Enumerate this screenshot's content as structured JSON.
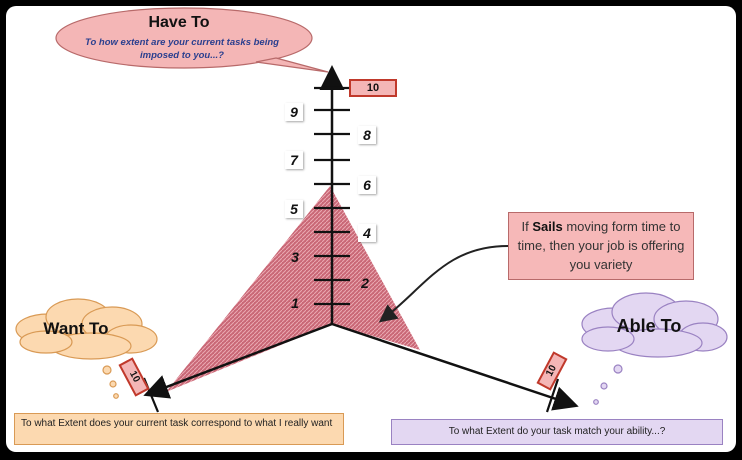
{
  "have_to": {
    "title": "Have To",
    "question": "To how extent are your current tasks being imposed to you...?",
    "max_label": "10",
    "tick_labels": [
      "1",
      "2",
      "3",
      "4",
      "5",
      "6",
      "7",
      "8",
      "9"
    ]
  },
  "want_to": {
    "title": "Want To",
    "max_label": "10",
    "question": "To what Extent does your current task correspond to what I really want"
  },
  "able_to": {
    "title": "Able To",
    "max_label": "10",
    "question": "To what Extent do your task match your ability...?"
  },
  "callout": {
    "prefix": "If ",
    "bold": "Sails",
    "suffix": " moving form time to time, then your job is offering you variety"
  },
  "colors": {
    "sail": "#c45a6a",
    "have_bubble": "#f4b6b6",
    "want_bubble": "#fcd9b0",
    "able_bubble": "#e3d7f2"
  }
}
